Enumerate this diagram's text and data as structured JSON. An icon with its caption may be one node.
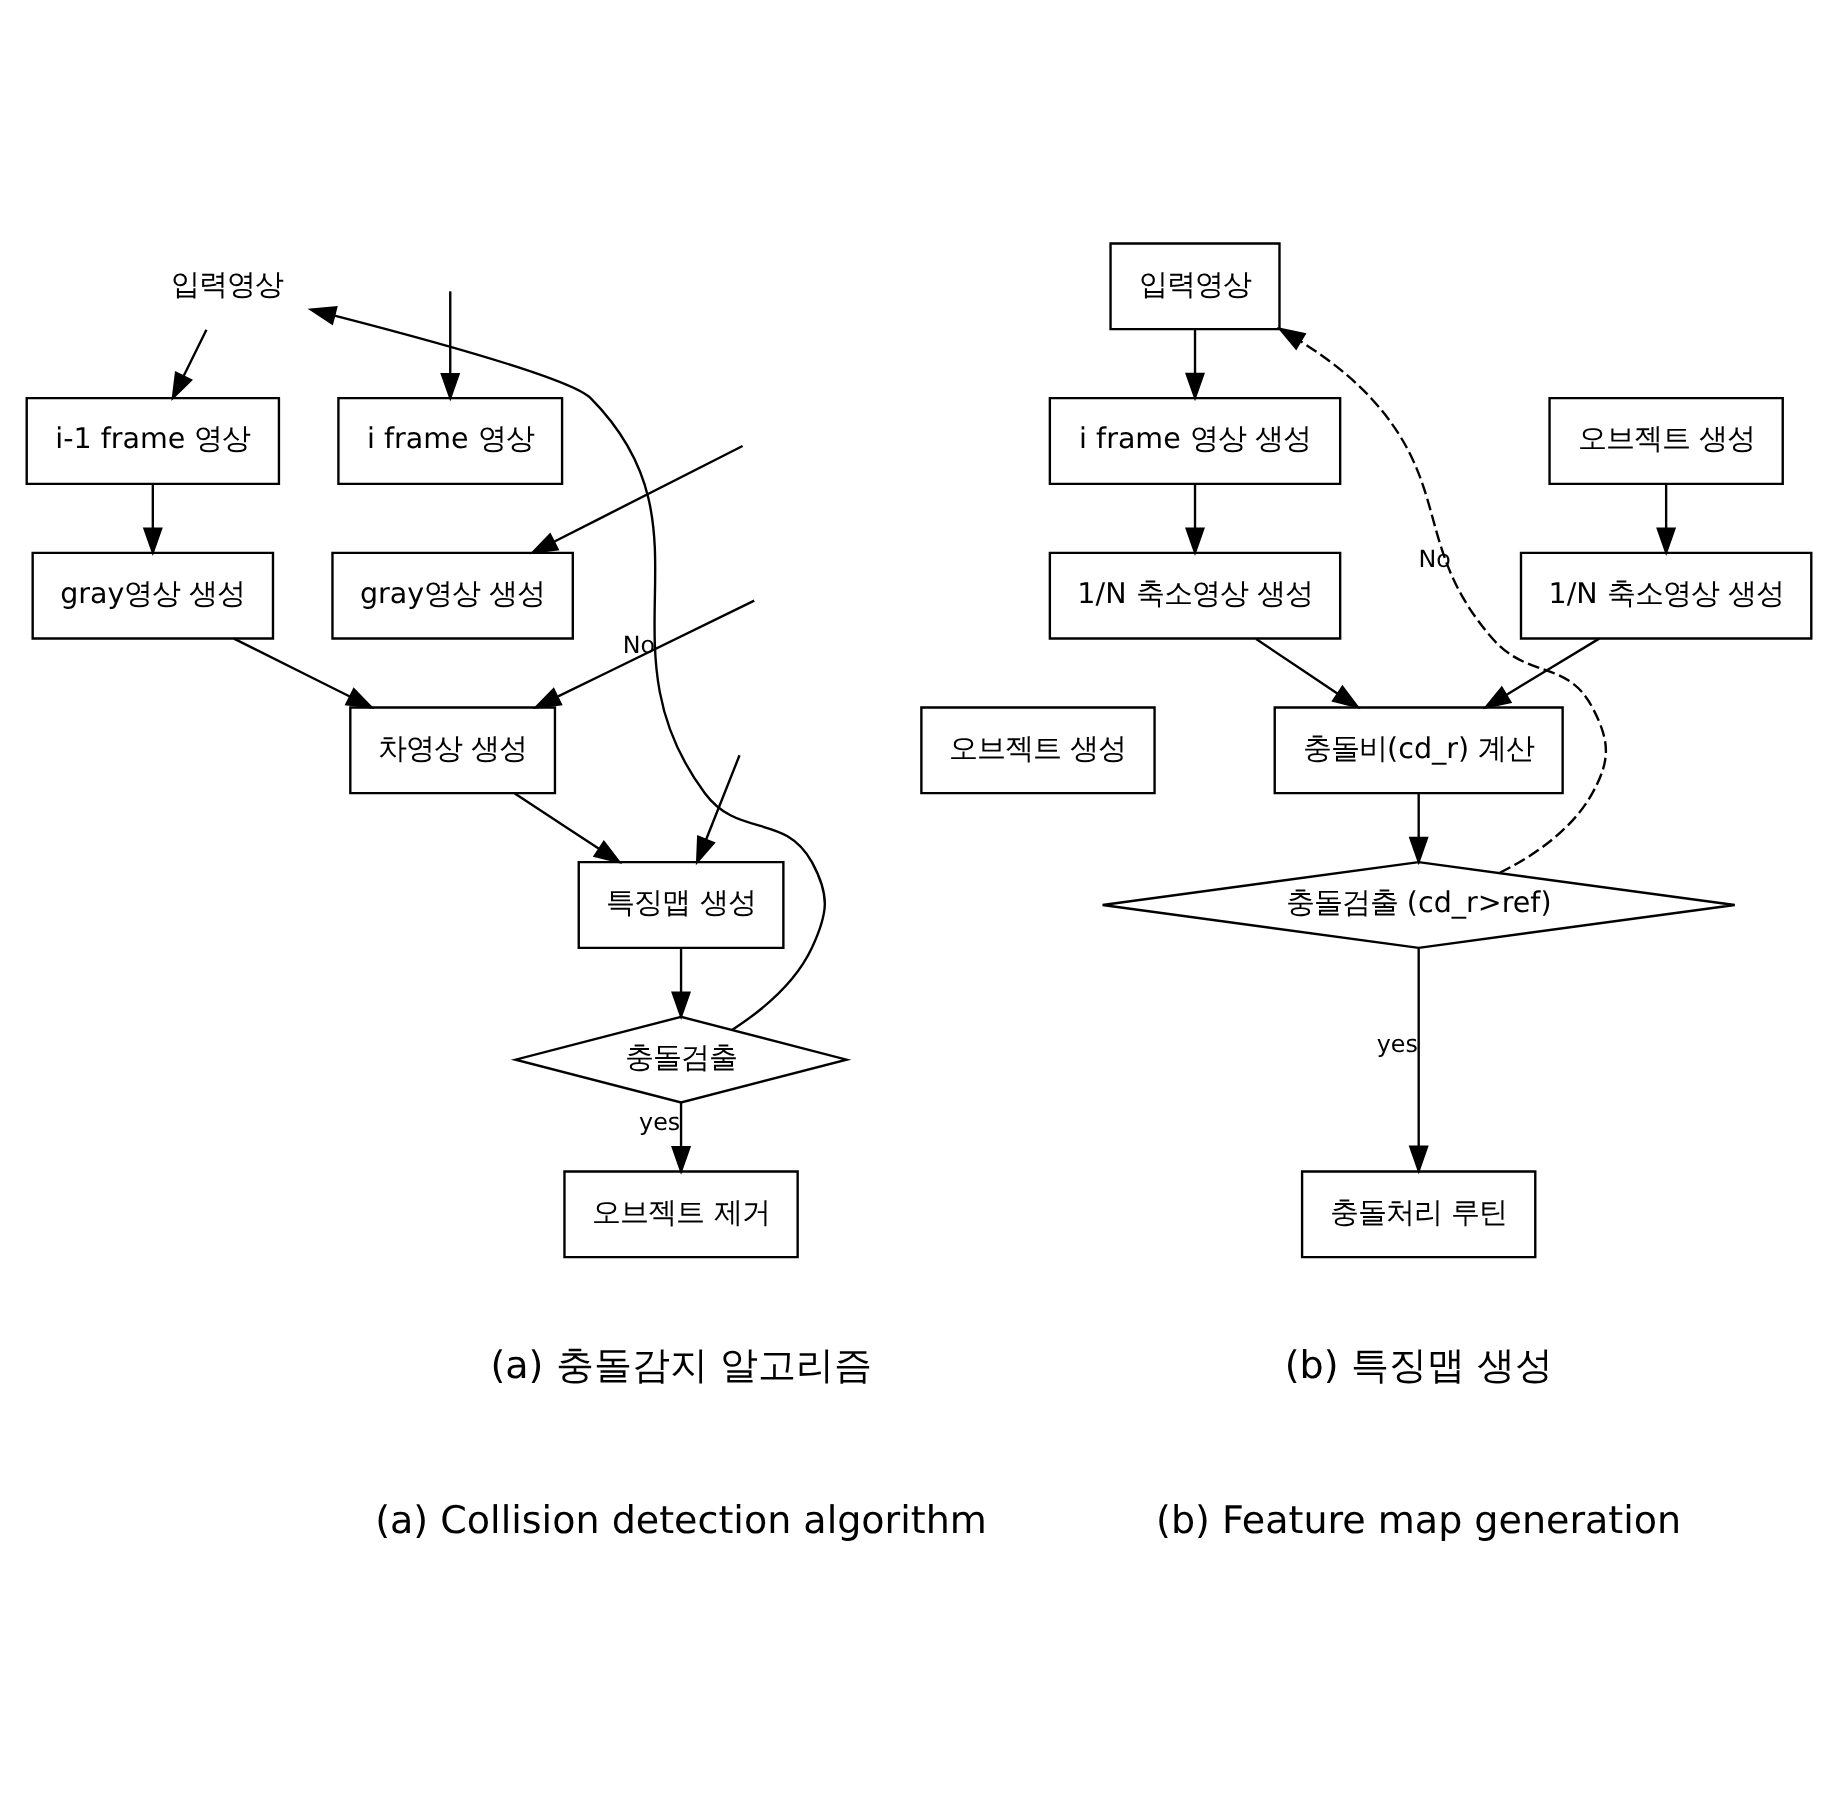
{
  "diagram": {
    "nodes": [
      {
        "text": [
          "입력영상"
        ]
      },
      {
        "text": [
          "i-1 frame 영상"
        ]
      },
      {
        "text": [
          "i frame 영상"
        ]
      },
      {
        "text": [
          "gray영상 생성"
        ]
      },
      {
        "text": [
          "gray영상 생성"
        ]
      },
      {
        "text": [
          "오브젝트 생성"
        ]
      },
      {
        "text": [
          "차영상 생성"
        ]
      },
      {
        "text": [
          "특징맵 생성"
        ]
      },
      {
        "text": [
          "충돌검출"
        ]
      },
      {
        "text": [
          "오브젝트 제거"
        ]
      },
      {
        "text": [
          "입력영상"
        ]
      },
      {
        "text": [
          "오브젝트 생성"
        ]
      },
      {
        "text": [
          "i frame 영상 생성"
        ]
      },
      {
        "text": [
          "1/N 축소영상 생성"
        ]
      },
      {
        "text": [
          "1/N 축소영상 생성"
        ]
      },
      {
        "text": [
          "충돌비(cd_r) 계산"
        ]
      },
      {
        "text": [
          "충돌검출 (cd_r>ref)"
        ]
      },
      {
        "text": [
          "충돌처리 루틴"
        ]
      }
    ],
    "edges": [
      {
        "from": 0,
        "to": 1,
        "arrow": "to"
      },
      {
        "from": null,
        "to": 2,
        "arrow": "to"
      },
      {
        "from": 1,
        "to": 3,
        "arrow": "to"
      },
      {
        "from": null,
        "to": 4,
        "arrow": "to"
      },
      {
        "from": 3,
        "to": 6,
        "arrow": "to"
      },
      {
        "from": null,
        "to": 6,
        "arrow": "to"
      },
      {
        "from": 6,
        "to": 7,
        "arrow": "to"
      },
      {
        "from": null,
        "to": 7,
        "arrow": "to"
      },
      {
        "from": 7,
        "to": 8,
        "arrow": "to"
      },
      {
        "from": 8,
        "to": 0,
        "arrow": "to",
        "label": "No"
      },
      {
        "from": 8,
        "to": 9,
        "arrow": "to",
        "label": "yes"
      },
      {
        "from": 10,
        "to": 12,
        "arrow": "to"
      },
      {
        "from": 11,
        "to": 13,
        "arrow": "to"
      },
      {
        "from": 12,
        "to": 14,
        "arrow": "to"
      },
      {
        "from": 13,
        "to": 15,
        "arrow": "to"
      },
      {
        "from": 14,
        "to": 15,
        "arrow": "to"
      },
      {
        "from": 15,
        "to": 16,
        "arrow": "to"
      },
      {
        "from": 16,
        "to": 10,
        "arrow": "to",
        "label": "No",
        "style": "dashed"
      },
      {
        "from": 16,
        "to": 17,
        "arrow": "to",
        "label": "yes"
      }
    ],
    "labels": [
      "(a) 충돌감지 알고리즘",
      "(b) 특징맵 생성",
      "(a) Collision detection algorithm",
      "(b) Feature map generation"
    ]
  }
}
